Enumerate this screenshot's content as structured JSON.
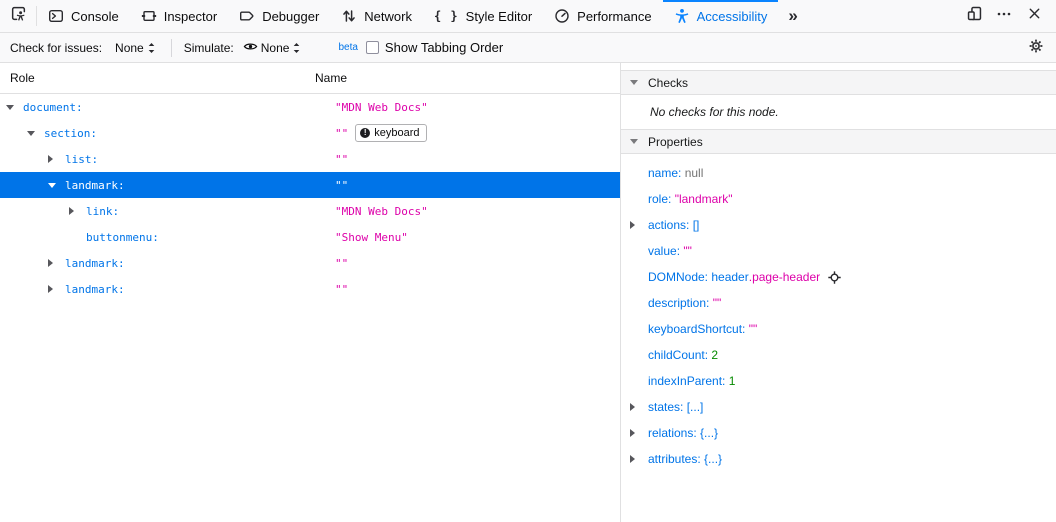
{
  "tabbar": {
    "active_tab": "Accessibility",
    "tabs": [
      {
        "label": "Console",
        "icon": "console-icon"
      },
      {
        "label": "Inspector",
        "icon": "inspector-icon"
      },
      {
        "label": "Debugger",
        "icon": "debugger-icon"
      },
      {
        "label": "Network",
        "icon": "network-icon"
      },
      {
        "label": "Style Editor",
        "icon": "style-editor-icon"
      },
      {
        "label": "Performance",
        "icon": "performance-icon"
      },
      {
        "label": "Accessibility",
        "icon": "accessibility-icon"
      }
    ],
    "more_tabs_glyph": "»"
  },
  "toolbar": {
    "check_for_issues_label": "Check for issues:",
    "check_for_issues_value": "None",
    "simulate_label": "Simulate:",
    "simulate_value": "None",
    "beta_label": "beta",
    "show_tabbing_order_label": "Show Tabbing Order",
    "show_tabbing_order_checked": false
  },
  "tree": {
    "role_header": "Role",
    "name_header": "Name",
    "rows": [
      {
        "level": 0,
        "twisty": "expanded",
        "role": "document:",
        "name": "\"MDN Web Docs\"",
        "selected": false
      },
      {
        "level": 1,
        "twisty": "expanded",
        "role": "section:",
        "name": "\"\"",
        "selected": false,
        "badge": "keyboard"
      },
      {
        "level": 2,
        "twisty": "collapsed",
        "role": "list:",
        "name": "\"\"",
        "selected": false
      },
      {
        "level": 2,
        "twisty": "expanded",
        "role": "landmark:",
        "name": "\"\"",
        "selected": true
      },
      {
        "level": 3,
        "twisty": "collapsed",
        "role": "link:",
        "name": "\"MDN Web Docs\"",
        "selected": false
      },
      {
        "level": 3,
        "twisty": "none",
        "role": "buttonmenu:",
        "name": "\"Show Menu\"",
        "selected": false
      },
      {
        "level": 2,
        "twisty": "collapsed",
        "role": "landmark:",
        "name": "\"\"",
        "selected": false
      },
      {
        "level": 2,
        "twisty": "collapsed",
        "role": "landmark:",
        "name": "\"\"",
        "selected": false
      }
    ]
  },
  "sidebar": {
    "checks_title": "Checks",
    "checks_empty_message": "No checks for this node.",
    "properties_title": "Properties",
    "properties": [
      {
        "name": "name",
        "twisty": "none",
        "parts": [
          {
            "text": "null",
            "style": "null"
          }
        ]
      },
      {
        "name": "role",
        "twisty": "none",
        "parts": [
          {
            "text": "\"landmark\"",
            "style": "string"
          }
        ]
      },
      {
        "name": "actions",
        "twisty": "collapsed",
        "parts": [
          {
            "text": "[]",
            "style": "object"
          }
        ]
      },
      {
        "name": "value",
        "twisty": "none",
        "parts": [
          {
            "text": "\"\"",
            "style": "string"
          }
        ]
      },
      {
        "name": "DOMNode",
        "twisty": "none",
        "parts": [
          {
            "text": "header",
            "style": "object"
          },
          {
            "text": ".page-header",
            "style": "string"
          }
        ],
        "icon": "inspect-icon"
      },
      {
        "name": "description",
        "twisty": "none",
        "parts": [
          {
            "text": "\"\"",
            "style": "string"
          }
        ]
      },
      {
        "name": "keyboardShortcut",
        "twisty": "none",
        "parts": [
          {
            "text": "\"\"",
            "style": "string"
          }
        ]
      },
      {
        "name": "childCount",
        "twisty": "none",
        "parts": [
          {
            "text": "2",
            "style": "number"
          }
        ]
      },
      {
        "name": "indexInParent",
        "twisty": "none",
        "parts": [
          {
            "text": "1",
            "style": "number"
          }
        ]
      },
      {
        "name": "states",
        "twisty": "collapsed",
        "parts": [
          {
            "text": "[...]",
            "style": "object"
          }
        ]
      },
      {
        "name": "relations",
        "twisty": "collapsed",
        "parts": [
          {
            "text": "{...}",
            "style": "object"
          }
        ]
      },
      {
        "name": "attributes",
        "twisty": "collapsed",
        "parts": [
          {
            "text": "{...}",
            "style": "object"
          }
        ]
      }
    ]
  },
  "icons": {
    "pick-accessible-icon": "frame with accessibility figure",
    "alert-icon": "!",
    "inspect-icon": "target crosshair",
    "gear-icon": "settings gear",
    "eye-icon": "eye",
    "updown-icon": "stacked triangles",
    "responsive-design-icon": "two devices",
    "meatball-menu-icon": "•••",
    "close-icon": "✕"
  },
  "colors": {
    "accent_blue": "#0074e8",
    "active_tab_blue": "#0a84ff",
    "string_magenta": "#dd00a9",
    "number_green": "#058b00",
    "null_gray": "#737373",
    "selection_background": "#0074e8",
    "toolbar_background": "#f9f9fa"
  }
}
